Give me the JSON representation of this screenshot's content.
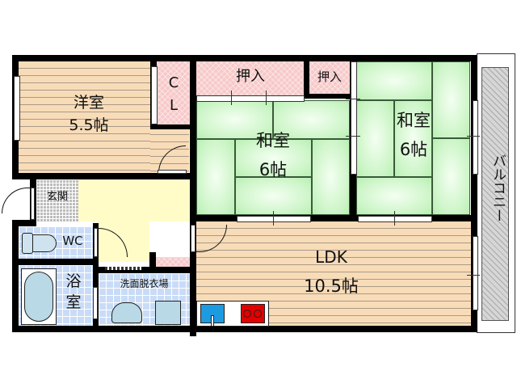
{
  "floor_plan": {
    "rooms": {
      "western_room": {
        "name": "洋室",
        "size": "5.5帖"
      },
      "closet_cl": {
        "line1": "C",
        "line2": "L"
      },
      "oshiire_1": {
        "name": "押入"
      },
      "oshiire_2": {
        "name": "押入"
      },
      "japanese_room_1": {
        "name": "和室",
        "size": "6帖"
      },
      "japanese_room_2": {
        "name": "和室",
        "size": "6帖"
      },
      "balcony": {
        "name": "バルコニー"
      },
      "entrance": {
        "name": "玄関"
      },
      "toilet": {
        "name": "WC"
      },
      "bathroom": {
        "line1": "浴",
        "line2": "室"
      },
      "washroom": {
        "name": "洗面脱衣場"
      },
      "ldk": {
        "name": "LDK",
        "size": "10.5帖"
      }
    },
    "colors": {
      "wood_floor": "#f8dcb8",
      "tatami": "#cdf5c8",
      "closet": "#f7c9c9",
      "tile": "#c9dcf7",
      "hall": "#fffcc8",
      "balcony": "#d6d6d6",
      "sink": "#1e9be0",
      "stove": "#e00000",
      "wall": "#000000"
    }
  }
}
